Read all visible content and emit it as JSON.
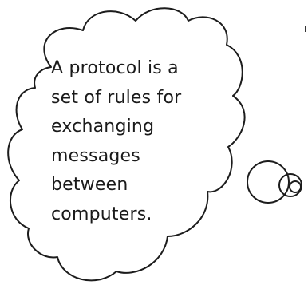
{
  "thought_bubble": {
    "lines": [
      "A protocol is a",
      "set of rules for",
      "exchanging",
      "messages",
      "between",
      "computers."
    ]
  }
}
